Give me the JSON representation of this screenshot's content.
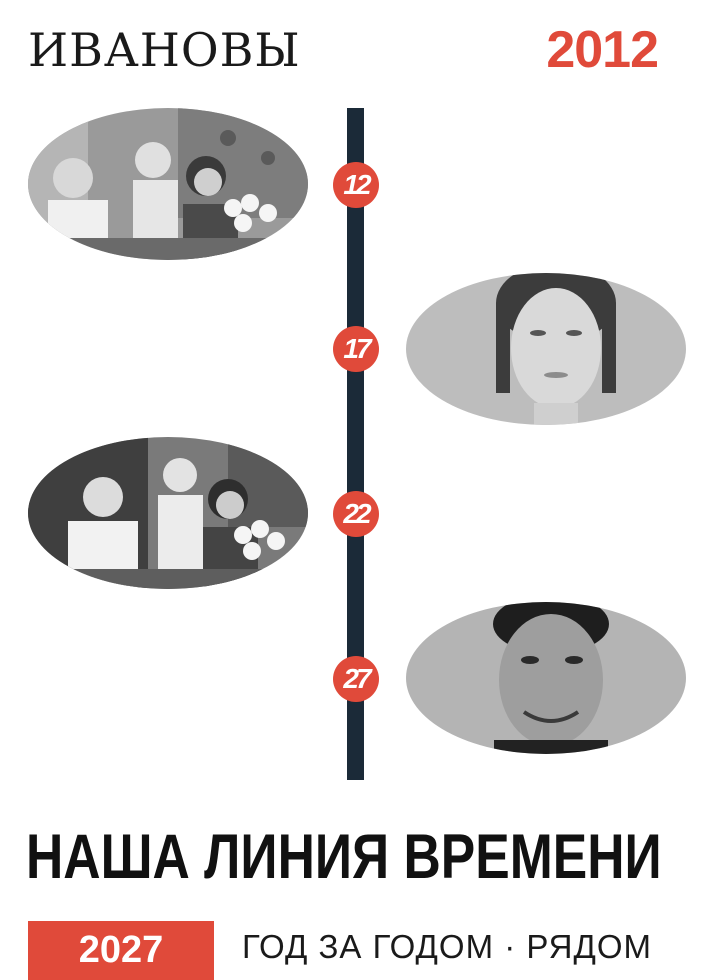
{
  "header": {
    "family_name": "ИВАНОВЫ",
    "start_year": "2012"
  },
  "timeline": {
    "markers": [
      {
        "label": "12"
      },
      {
        "label": "17"
      },
      {
        "label": "22"
      },
      {
        "label": "27"
      }
    ],
    "photos": [
      {
        "subject": "family-at-table-photo"
      },
      {
        "subject": "woman-portrait-photo"
      },
      {
        "subject": "family-at-table-photo"
      },
      {
        "subject": "man-portrait-photo"
      }
    ]
  },
  "footer": {
    "title": "НАША ЛИНИЯ ВРЕМЕНИ",
    "end_year": "2027",
    "subtitle": "ГОД ЗА ГОДОМ · РЯДОМ"
  },
  "colors": {
    "accent": "#e04a3a",
    "line": "#1b2a38",
    "text": "#111111"
  }
}
